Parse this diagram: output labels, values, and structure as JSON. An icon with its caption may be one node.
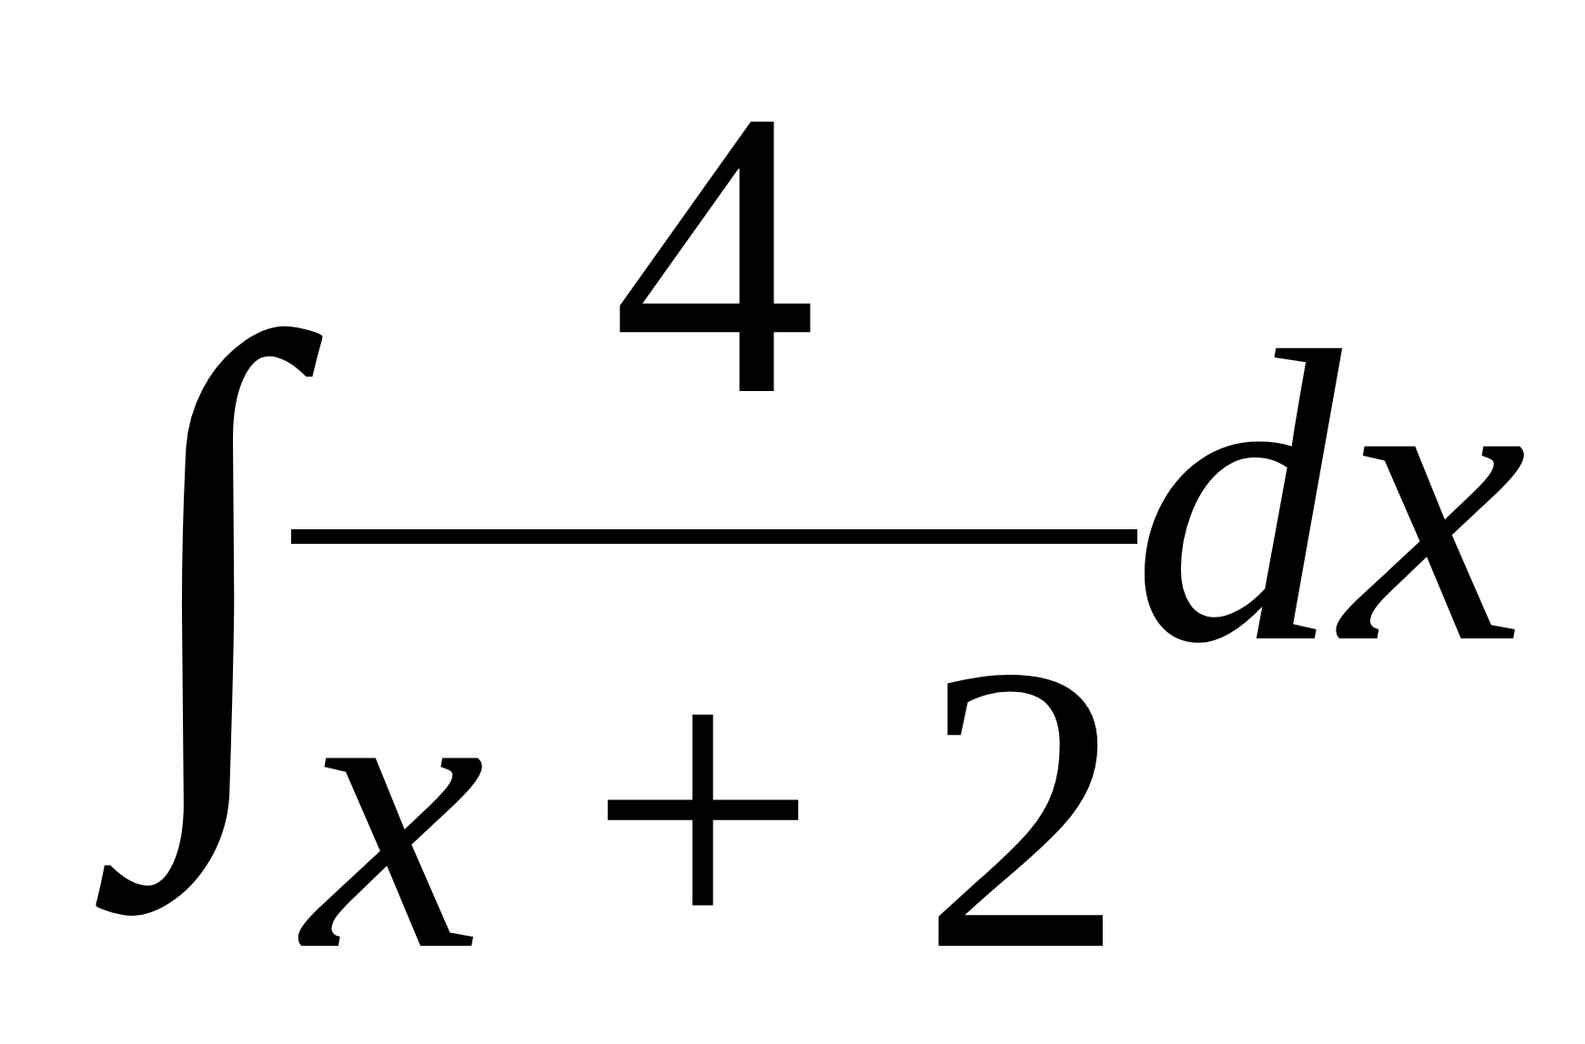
{
  "diagram": {
    "labels": [
      "∫",
      "4",
      "*x* + 2",
      "dx"
    ]
  }
}
